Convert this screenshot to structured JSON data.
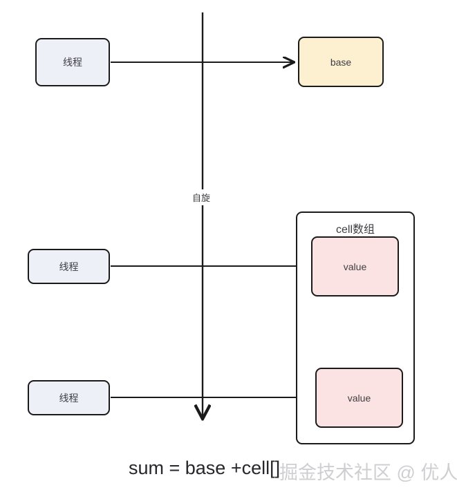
{
  "diagram": {
    "title": "LongAdder base and cell array diagram",
    "background_color": "#ffffff",
    "stroke_color": "#1a1a1a",
    "text_color": "#3d3d42"
  },
  "nodes": {
    "thread_top": {
      "label": "线程",
      "fill": "#eef0f8"
    },
    "thread_middle": {
      "label": "线程",
      "fill": "#eef0f8"
    },
    "thread_bottom": {
      "label": "线程",
      "fill": "#eef0f8"
    },
    "base": {
      "label": "base",
      "fill": "#fcf0d0"
    },
    "cell_array": {
      "label": "cell数组",
      "fill": "#ffffff"
    },
    "value_top": {
      "label": "value",
      "fill": "#fce3e3"
    },
    "value_bottom": {
      "label": "value",
      "fill": "#fce3e3"
    }
  },
  "labels": {
    "spin": "自旋",
    "formula": "sum = base +cell[]",
    "watermark": "掘金技术社区 @ 优人"
  }
}
